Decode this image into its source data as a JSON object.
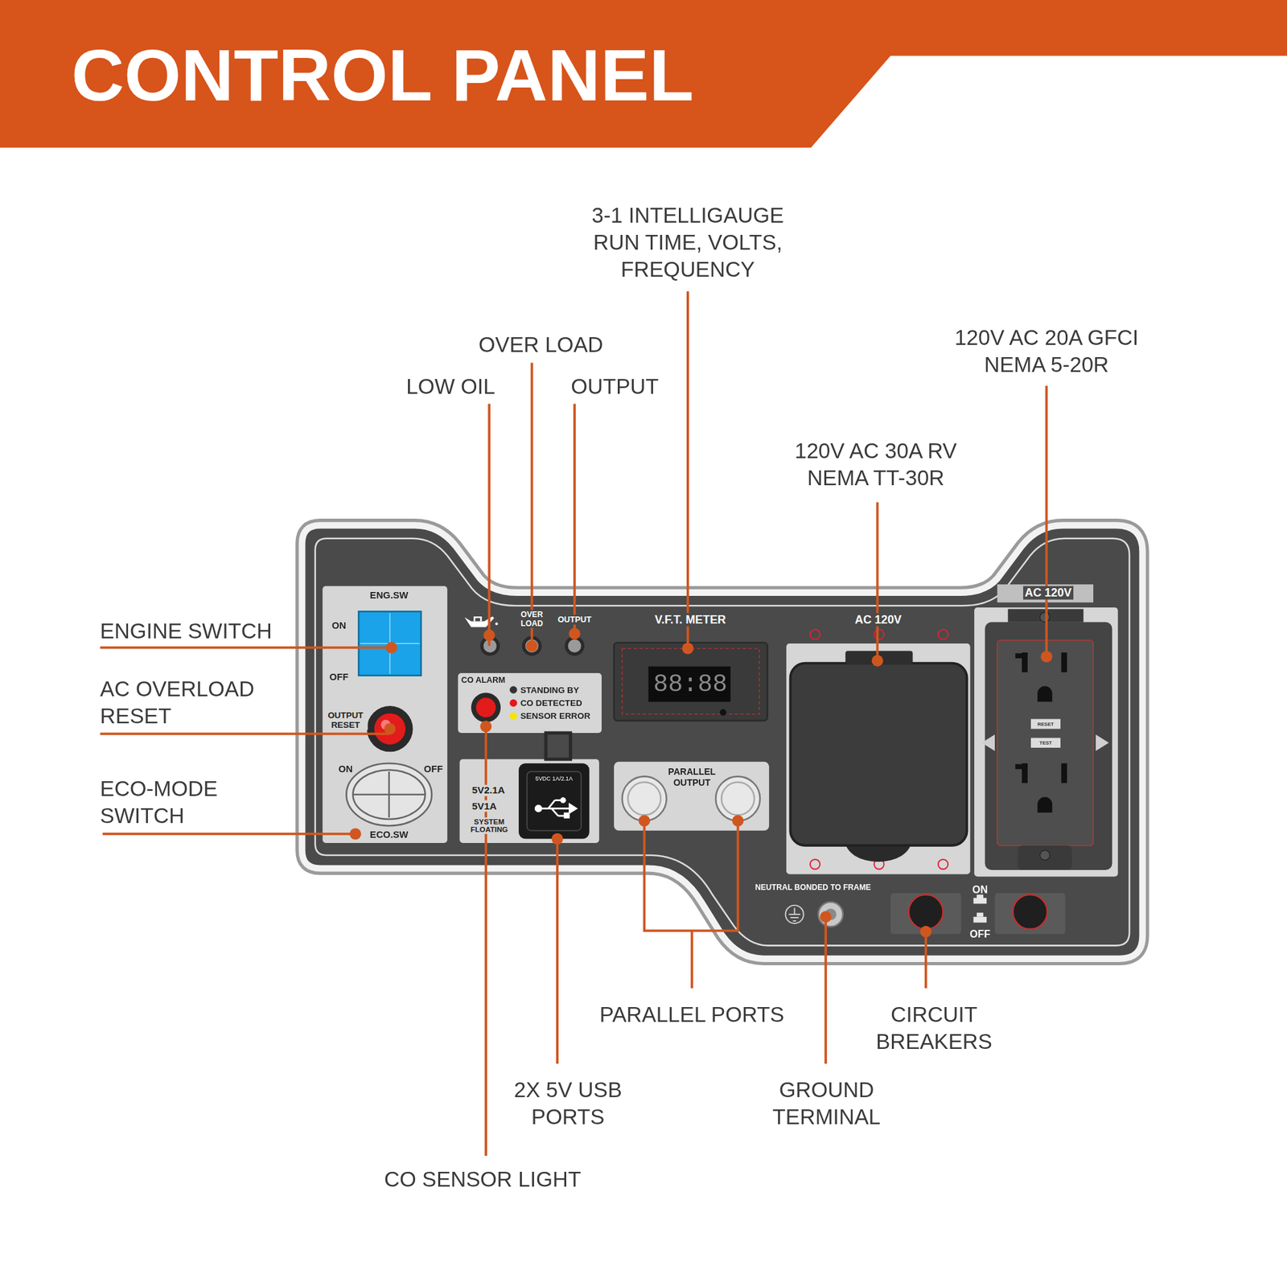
{
  "diagram": {
    "title": "CONTROL PANEL",
    "nodes": [
      {
        "text": [
          "ENG.SW",
          "ON",
          "OFF",
          "OUTPUT RESET",
          "ON",
          "OFF",
          "ECO.SW"
        ]
      },
      {
        "text": [
          "CO ALARM"
        ]
      },
      {
        "text": [
          "5V2.1A",
          "5V1A",
          "SYSTEM FLOATING"
        ]
      },
      {
        "text": [
          "5VDC 1A/2.1A"
        ],
        "in": 2
      },
      {
        "text": [
          "V.F.T. METER",
          "88:88"
        ]
      },
      {
        "text": [
          "PARALLEL OUTPUT"
        ]
      },
      {
        "text": [
          "AC 120V"
        ]
      },
      {
        "text": [
          "AC 120V",
          "RESET",
          "TEST"
        ]
      }
    ],
    "labels": [
      "OVER LOAD",
      "OUTPUT",
      "NEUTRAL BONDED TO FRAME",
      "ON",
      "OFF",
      "3-1 INTELLIGAUGE RUN TIME, VOLTS, FREQUENCY",
      "OVER LOAD",
      "LOW OIL",
      "OUTPUT",
      "120V AC 20A GFCI NEMA 5-20R",
      "120V AC 30A RV NEMA TT-30R",
      "ENGINE SWITCH",
      "AC OVERLOAD RESET",
      "ECO-MODE SWITCH",
      "PARALLEL PORTS",
      "CIRCUIT BREAKERS",
      "2X 5V USB PORTS",
      "GROUND TERMINAL",
      "CO SENSOR LIGHT"
    ],
    "legend": [
      {
        "text": "STANDING BY",
        "color": "#333333"
      },
      {
        "text": "CO DETECTED",
        "color": "#e8141b"
      },
      {
        "text": "SENSOR ERROR",
        "color": "#f2e600"
      }
    ]
  }
}
